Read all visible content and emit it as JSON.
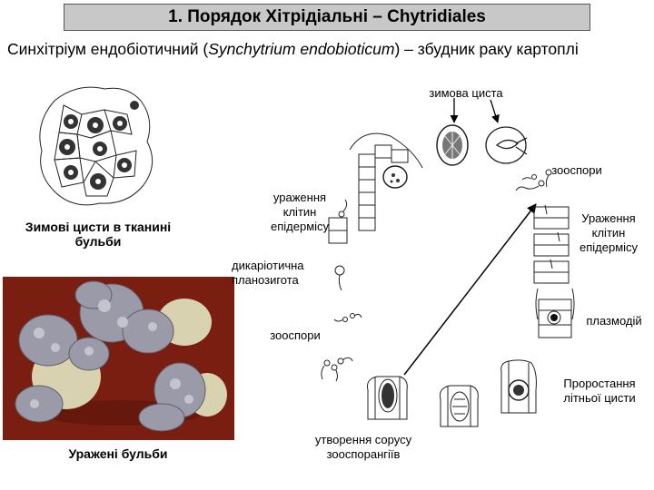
{
  "header": {
    "title": "1. Порядок Хітрідіальні – Chytridiales",
    "subtitle_pre": "Синхітріум ендобіотичний (",
    "subtitle_italic": "Synchytrium endobioticum",
    "subtitle_post": ") – збудник раку картоплі"
  },
  "labels": {
    "winter_cysts_tissue_1": "Зимові цисти в тканині",
    "winter_cysts_tissue_2": "бульби",
    "infected_tubers": "Уражені бульби",
    "winter_cyst": "зимова циста",
    "zoospores_top": "зооспори",
    "infection_left_1": "ураження",
    "infection_left_2": "клітин",
    "infection_left_3": "епідермісу",
    "infection_right_1": "Ураження",
    "infection_right_2": "клітин",
    "infection_right_3": "епідермісу",
    "dikaryotic_1": "дикаріотична",
    "dikaryotic_2": "планозигота",
    "plasmodium": "плазмодій",
    "zoospores_left": "зооспори",
    "germination_1": "Проростання",
    "germination_2": "літньої цисти",
    "sorus_1": "утворення сорусу",
    "sorus_2": "зооспорангіїв"
  },
  "colors": {
    "title_bg": "#c8c8c8",
    "photo_bg": "#7a1e12",
    "tuber": "#d8d2b0",
    "wart": "#9a9aa8"
  }
}
